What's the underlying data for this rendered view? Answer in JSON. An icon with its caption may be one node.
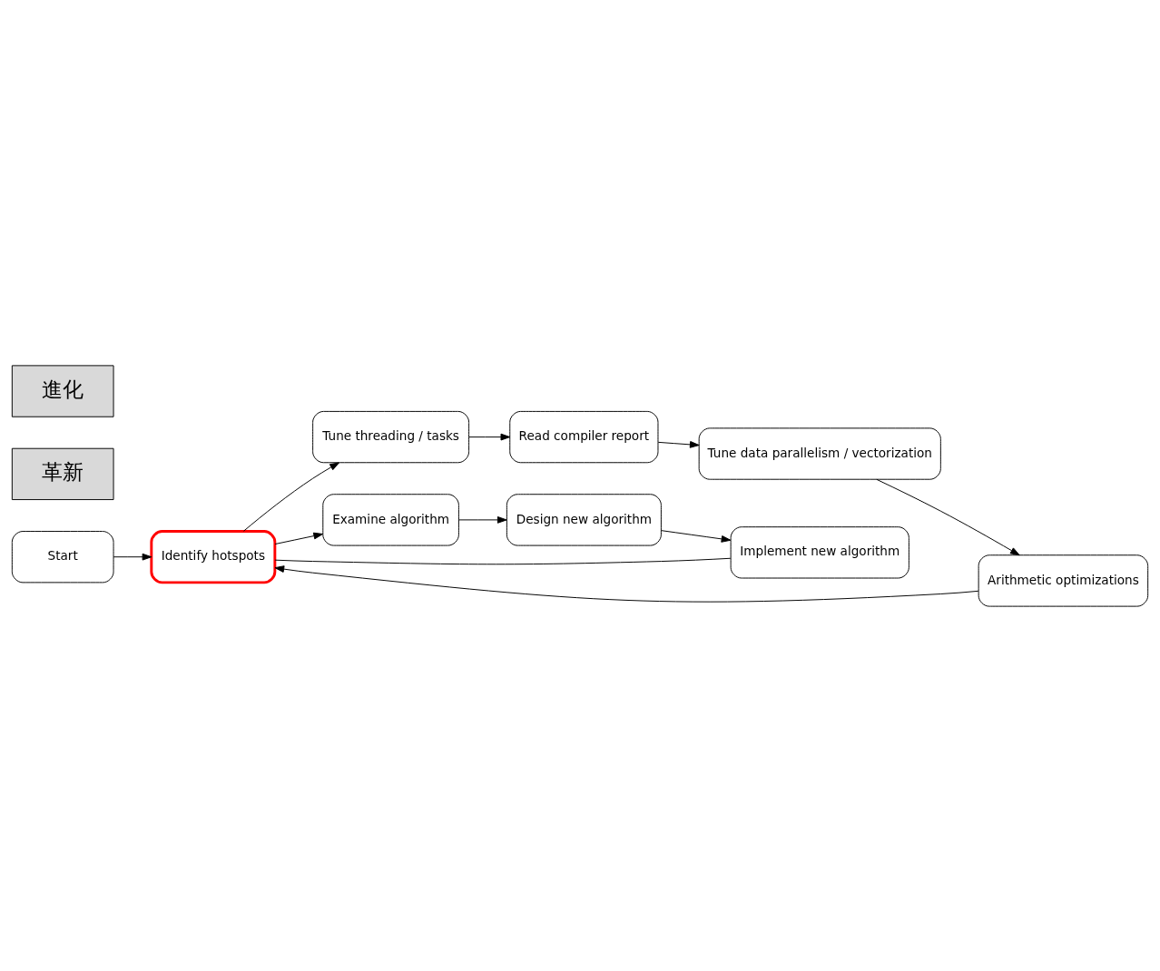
{
  "diagram": {
    "nodes": [
      {
        "text": [
          "Start"
        ]
      },
      {
        "text": [
          "Identify hotspots"
        ]
      },
      {
        "text": [
          "Tune threading / tasks"
        ]
      },
      {
        "text": [
          "Read compiler report"
        ]
      },
      {
        "text": [
          "Tune data parallelism / vectorization"
        ]
      },
      {
        "text": [
          "Arithmetic optimizations"
        ]
      },
      {
        "text": [
          "Examine algorithm"
        ]
      },
      {
        "text": [
          "Design new algorithm"
        ]
      },
      {
        "text": [
          "Implement new algorithm"
        ]
      },
      {
        "text": [
          "革新"
        ]
      },
      {
        "text": [
          "進化"
        ]
      }
    ],
    "edges": [
      {
        "from": 0,
        "to": 1,
        "arrow": "to"
      },
      {
        "from": 1,
        "to": 2,
        "arrow": "to"
      },
      {
        "from": 2,
        "to": 3,
        "arrow": "to"
      },
      {
        "from": 3,
        "to": 4,
        "arrow": "to"
      },
      {
        "from": 4,
        "to": 5,
        "arrow": "to"
      },
      {
        "from": 5,
        "to": 1,
        "arrow": "to"
      },
      {
        "from": 1,
        "to": 6,
        "arrow": "to"
      },
      {
        "from": 6,
        "to": 7,
        "arrow": "to"
      },
      {
        "from": 7,
        "to": 8,
        "arrow": "to"
      },
      {
        "from": 1,
        "to": 8,
        "arrow": "none"
      }
    ]
  }
}
